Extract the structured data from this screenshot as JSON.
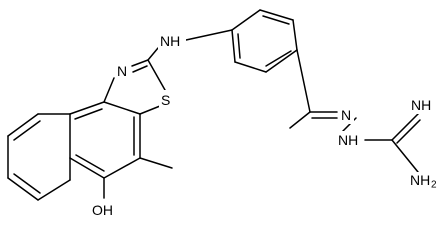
{
  "structure": {
    "name": "",
    "atom_labels": {
      "amine_nh": "NH",
      "thiazole_n": "N",
      "thiazole_s": "S",
      "hydroxyl": "OH",
      "hydrazone_n": "N",
      "hydrazine_nh": "NH",
      "imine_nh": "NH",
      "amino": {
        "main": "NH",
        "sub": "2"
      }
    },
    "colors": {
      "bond": "#000000",
      "text": "#000000",
      "background": "#ffffff"
    }
  }
}
